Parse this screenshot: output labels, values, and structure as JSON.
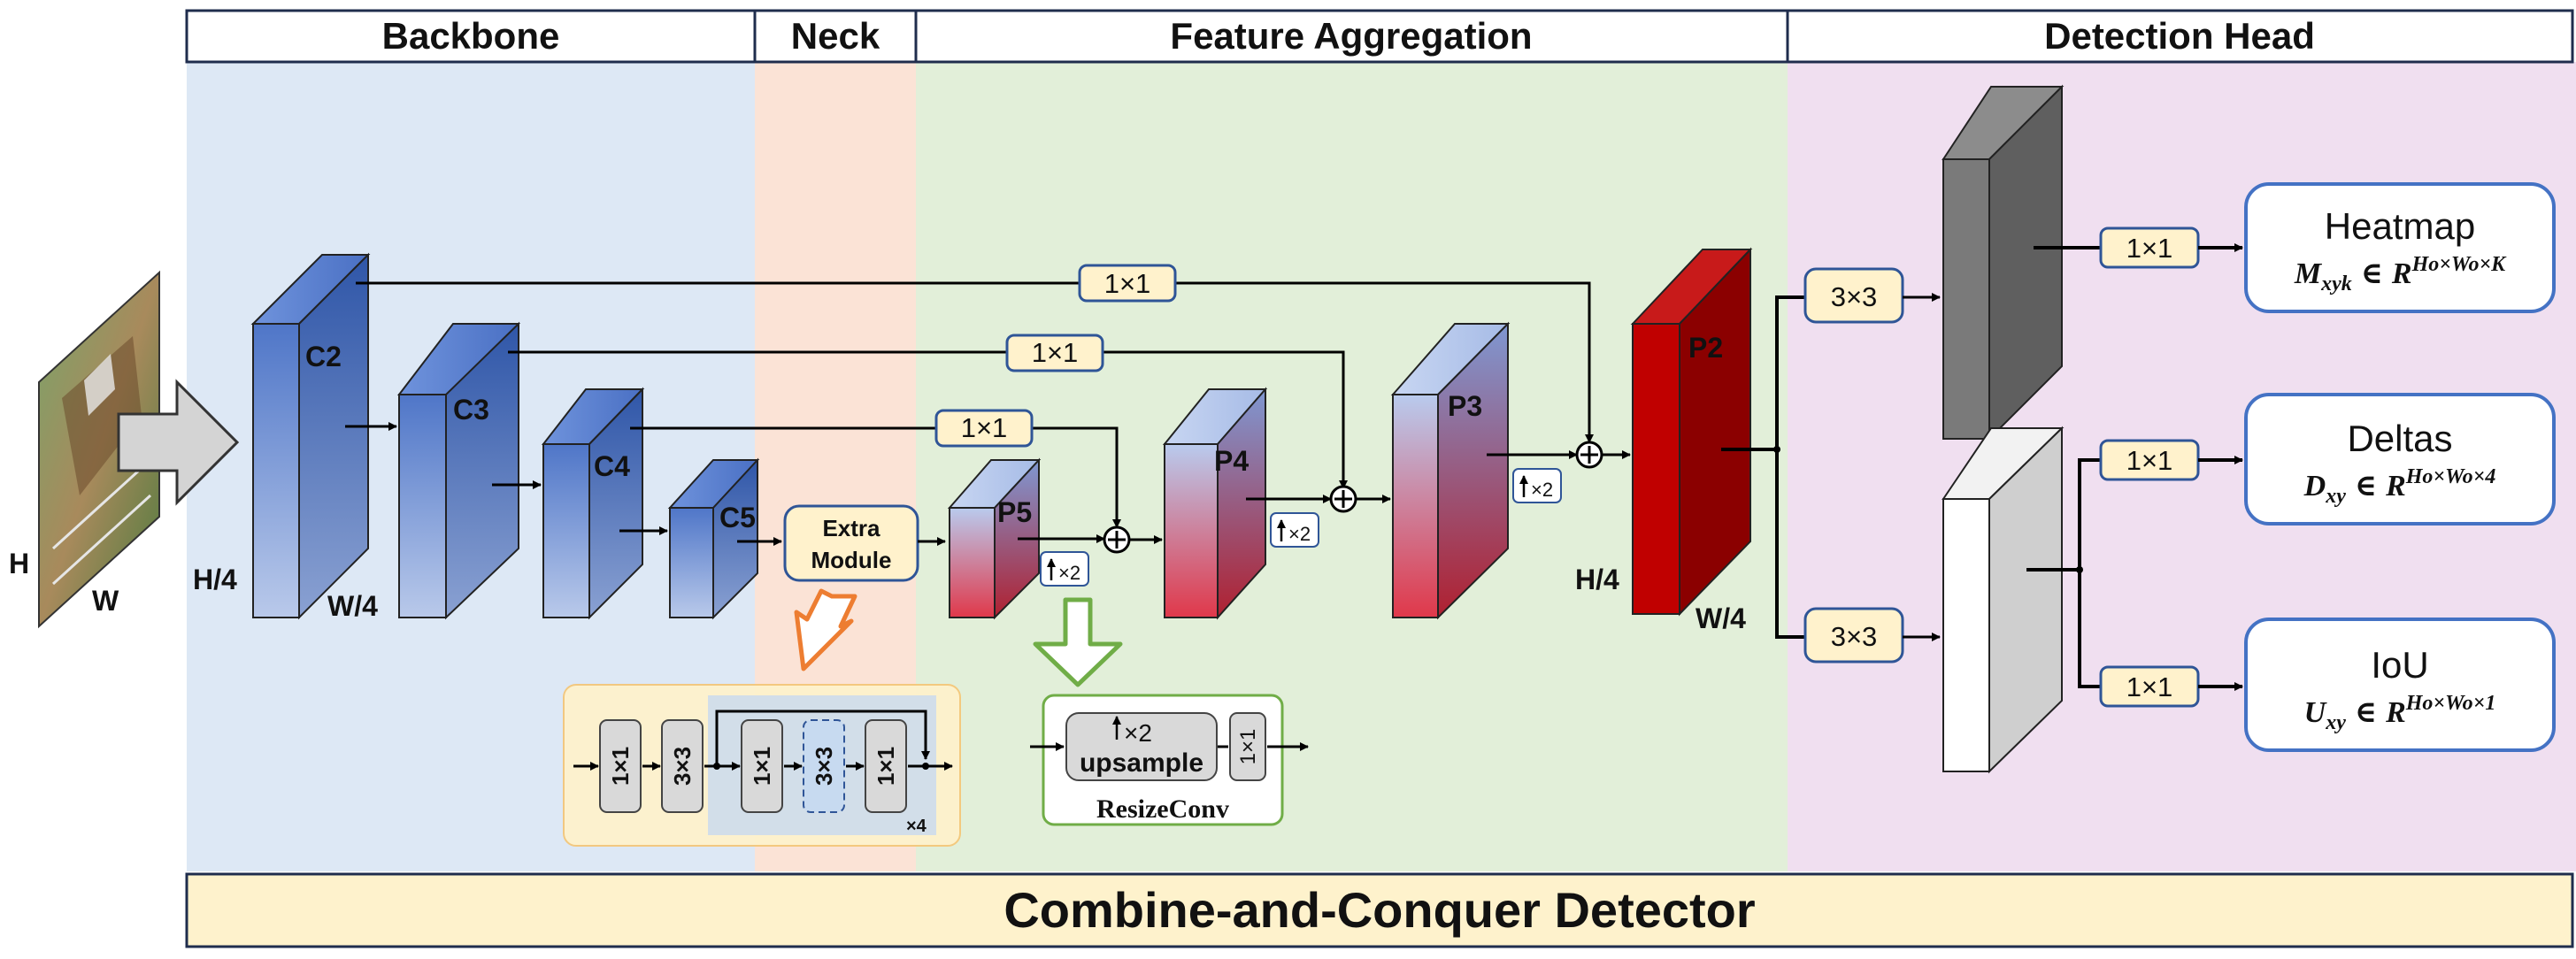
{
  "sections": {
    "backbone": "Backbone",
    "neck": "Neck",
    "feature_aggregation": "Feature Aggregation",
    "detection_head": "Detection Head"
  },
  "footer_title": "Combine-and-Conquer Detector",
  "input": {
    "h_label": "H",
    "w_label": "W"
  },
  "backbone": {
    "c2": "C2",
    "c3": "C3",
    "c4": "C4",
    "c5": "C5",
    "h4": "H/4",
    "w4": "W/4"
  },
  "neck": {
    "extra_module_line1": "Extra",
    "extra_module_line2": "Module"
  },
  "aggregation": {
    "p5": "P5",
    "p4": "P4",
    "p3": "P3",
    "p2": "P2",
    "lateral_conv": "1×1",
    "upsample_tag": "×2",
    "plus": "+",
    "h4": "H/4",
    "w4": "W/4"
  },
  "extra_module_detail": {
    "convs": [
      "1×1",
      "3×3",
      "1×1",
      "3×3",
      "1×1"
    ],
    "repeat": "×4"
  },
  "resizeconv": {
    "up_tag": "×2",
    "upsample": "upsample",
    "conv": "1×1",
    "title": "ResizeConv"
  },
  "head": {
    "branch_conv": "3×3",
    "out_conv": "1×1",
    "heatmap": {
      "title": "Heatmap",
      "sym": "M",
      "sub": "xyk",
      "rel": "∈",
      "set": "R",
      "sup": "Ho×Wo×K"
    },
    "deltas": {
      "title": "Deltas",
      "sym": "D",
      "sub": "xy",
      "rel": "∈",
      "set": "R",
      "sup": "Ho×Wo×4"
    },
    "iou": {
      "title": "IoU",
      "sym": "U",
      "sub": "xy",
      "rel": "∈",
      "set": "R",
      "sup": "Ho×Wo×1"
    }
  },
  "colors": {
    "backbone_bg": "#dde8f5",
    "neck_bg": "#fbe3d6",
    "aggregation_bg": "#e2efd9",
    "head_bg": "#f0dff0",
    "footer_bg": "#fef2cc",
    "conv_fill": "#fff2cc",
    "blue_block": "#5b82d0",
    "red_block": "#c00000",
    "orange_arrow": "#ed7d31",
    "green_arrow": "#70ad47",
    "output_border": "#4472c4"
  }
}
